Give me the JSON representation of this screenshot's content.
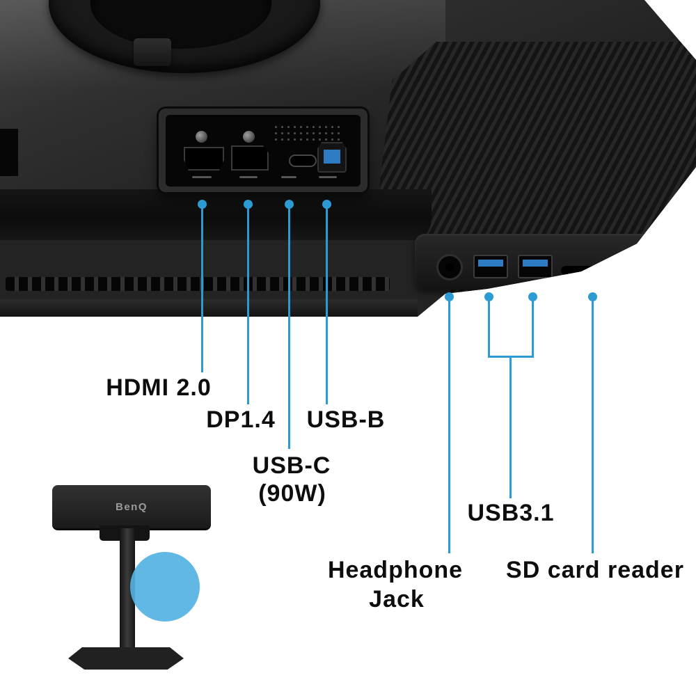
{
  "title": "Monitor rear ports callout diagram",
  "colors": {
    "callout_blue": "#2D9BD3",
    "highlight_blue": "#54B2E2",
    "usb_port_blue": "#2E7CC4"
  },
  "ports": {
    "hdmi": {
      "label": "HDMI 2.0"
    },
    "displayport": {
      "label": "DP1.4"
    },
    "usb_b": {
      "label": "USB-B"
    },
    "usb_c": {
      "label_line1": "USB-C",
      "label_line2": "(90W)"
    },
    "headphone": {
      "label_line1": "Headphone",
      "label_line2": "Jack"
    },
    "usb31": {
      "label": "USB3.1"
    },
    "sd": {
      "label": "SD card reader"
    }
  },
  "inset": {
    "brand": "BenQ"
  }
}
